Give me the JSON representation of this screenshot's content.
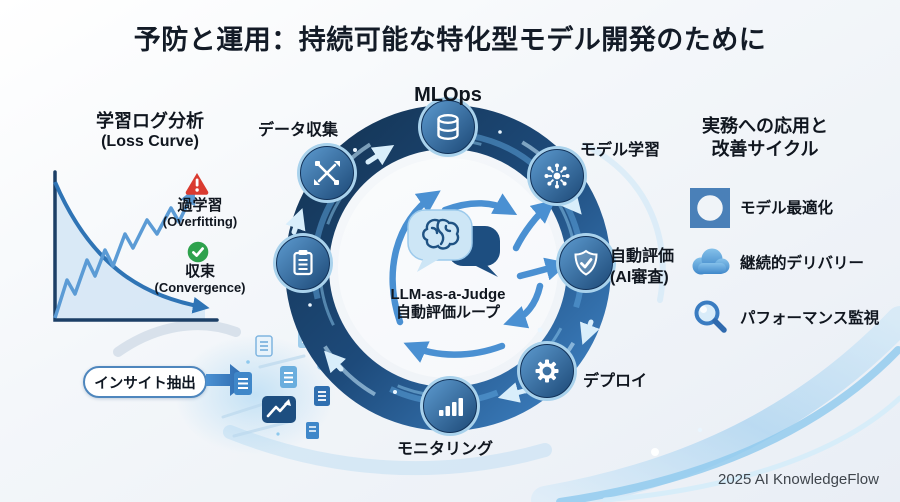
{
  "title": "予防と運用：持続可能な特化型モデル開発のために",
  "cycle": {
    "heading": "MLOps",
    "center": {
      "line1": "LLM-as-a-Judge",
      "line2": "自動評価ループ"
    },
    "nodes": [
      {
        "id": "data-collection",
        "label": "データ収集",
        "icon": "shuffle-icon"
      },
      {
        "id": "model-training",
        "label": "モデル学習",
        "icon": "atom-icon"
      },
      {
        "id": "auto-evaluation",
        "label": "自動評価",
        "sublabel": "(AI審査)",
        "icon": "shield-check-icon"
      },
      {
        "id": "deploy",
        "label": "デプロイ",
        "icon": "gear-icon"
      },
      {
        "id": "monitoring",
        "label": "モニタリング",
        "icon": "bar-chart-icon"
      }
    ]
  },
  "left_panel": {
    "heading": "学習ログ分析",
    "subheading": "(Loss Curve)",
    "overfitting": {
      "label": "過学習",
      "sublabel": "(Overfitting)"
    },
    "convergence": {
      "label": "収束",
      "sublabel": "(Convergence)"
    },
    "insight_label": "インサイト抽出"
  },
  "right_panel": {
    "heading_line1": "実務への応用と",
    "heading_line2": "改善サイクル",
    "items": [
      {
        "label": "モデル最適化",
        "icon": "gear-icon"
      },
      {
        "label": "継続的デリバリー",
        "icon": "cloud-icon"
      },
      {
        "label": "パフォーマンス監視",
        "icon": "magnifier-icon"
      }
    ]
  },
  "footer": "2025 AI KnowledgeFlow",
  "colors": {
    "ring_dark": "#16375f",
    "ring_mid": "#2e6cb0",
    "accent": "#3b7fc4",
    "streak": "#8ec9ee",
    "warning": "#da3b30",
    "success": "#2ea24d"
  }
}
